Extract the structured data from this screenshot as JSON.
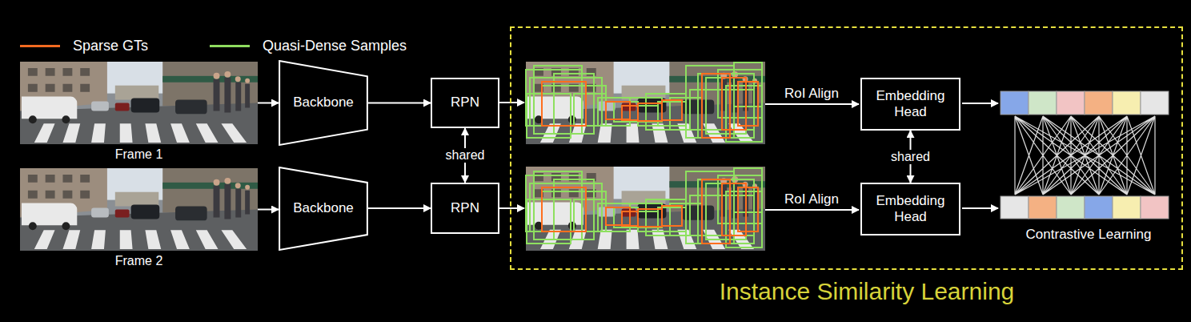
{
  "diagram": {
    "nodes": [
      {
        "text": [
          "Frame 1"
        ]
      },
      {
        "text": [
          "Backbone"
        ]
      },
      {
        "text": [
          "RPN"
        ]
      },
      {
        "text": [
          "Frame 2"
        ]
      },
      {
        "text": [
          "Backbone"
        ]
      },
      {
        "text": [
          "RPN"
        ]
      },
      {
        "text": [
          "Instance Similarity Learning"
        ]
      },
      {
        "text": [
          "Embedding Head"
        ],
        "in": 6
      },
      {
        "text": [
          "Embedding Head"
        ],
        "in": 6
      }
    ],
    "edges": [
      {
        "from": 0,
        "to": 1,
        "arrow": "to"
      },
      {
        "from": 1,
        "to": 2,
        "arrow": "to"
      },
      {
        "from": 3,
        "to": 4,
        "arrow": "to"
      },
      {
        "from": 4,
        "to": 5,
        "arrow": "to"
      },
      {
        "from": 2,
        "to": 5,
        "label": "shared",
        "arrow": "both"
      },
      {
        "from": 7,
        "to": 8,
        "label": "shared",
        "arrow": "both"
      }
    ],
    "labels": [
      "RoI Align",
      "RoI Align",
      "Contrastive Learning"
    ],
    "legend": [
      {
        "text": "Sparse GTs"
      },
      {
        "text": "Quasi-Dense Samples"
      }
    ]
  }
}
